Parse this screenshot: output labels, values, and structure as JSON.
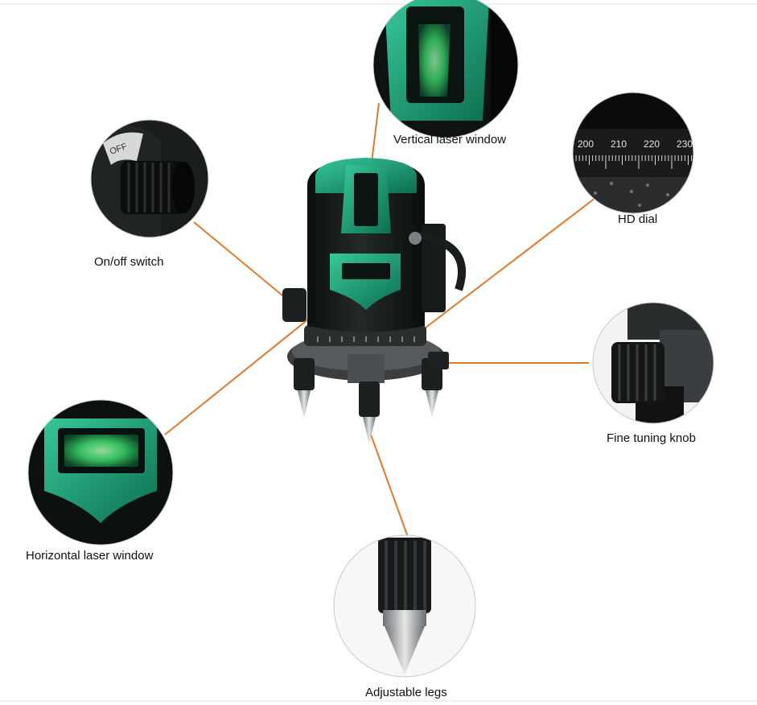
{
  "colors": {
    "leader_line": "#e07a2b",
    "accent_green": "#1aa37a",
    "laser_glow": "#3cff7a",
    "body_dark": "#151a19",
    "metal": "#9a9c9e"
  },
  "callouts": [
    {
      "id": "vertical",
      "label": "Vertical laser window",
      "icon": "vertical-laser-window-icon"
    },
    {
      "id": "onoff",
      "label": "On/off switch",
      "icon": "power-knob-icon"
    },
    {
      "id": "dial",
      "label": "HD dial",
      "icon": "dial-scale-icon"
    },
    {
      "id": "finetune",
      "label": "Fine tuning knob",
      "icon": "knurled-knob-icon"
    },
    {
      "id": "horizontal",
      "label": "Horizontal laser window",
      "icon": "horizontal-laser-window-icon"
    },
    {
      "id": "legs",
      "label": "Adjustable legs",
      "icon": "adjustable-leg-icon"
    }
  ],
  "dial_ticks": [
    "200",
    "210",
    "220",
    "230"
  ],
  "switch_text": "OFF"
}
